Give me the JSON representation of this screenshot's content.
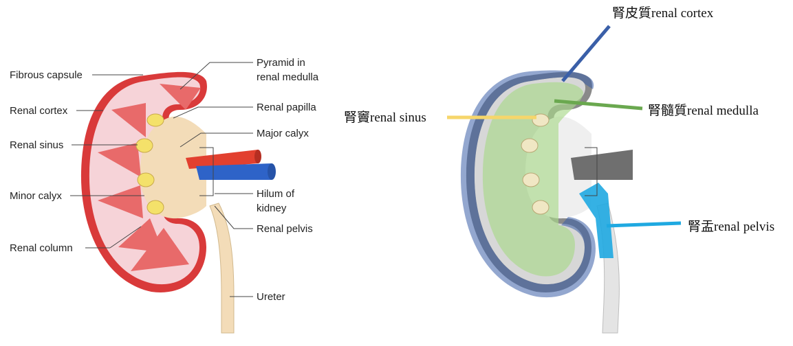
{
  "left_labels": {
    "fibrous_capsule": "Fibrous capsule",
    "renal_cortex": "Renal cortex",
    "renal_sinus": "Renal sinus",
    "minor_calyx": "Minor calyx",
    "renal_column": "Renal column",
    "pyramid_line1": "Pyramid in",
    "pyramid_line2": "renal medulla",
    "renal_papilla": "Renal papilla",
    "major_calyx": "Major calyx",
    "hilum_line1": "Hilum of",
    "hilum_line2": "kidney",
    "renal_pelvis": "Renal pelvis",
    "ureter": "Ureter"
  },
  "right_labels": {
    "cortex": "腎皮質renal cortex",
    "medulla": "腎髓質renal medulla",
    "sinus": "腎竇renal sinus",
    "pelvis": "腎盂renal pelvis"
  },
  "colors": {
    "cortex": "#3a5fa8",
    "medulla": "#6aa84f",
    "sinus": "#f6d66b",
    "pelvis": "#1fa9e1",
    "capsule_red": "#d93a3a",
    "cortex_pink": "#f6d3d8",
    "pyramid": "#e86a6a"
  }
}
